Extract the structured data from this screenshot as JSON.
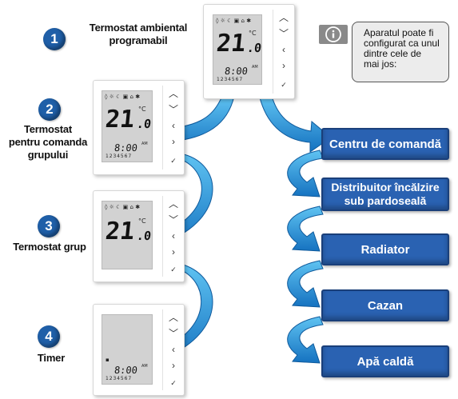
{
  "steps": [
    {
      "number": "1",
      "caption_lines": [
        "Termostat ambiental",
        "programabil"
      ]
    },
    {
      "number": "2",
      "caption_lines": [
        "Termostat",
        "pentru comanda",
        "grupului"
      ]
    },
    {
      "number": "3",
      "caption_lines": [
        "Termostat grup"
      ]
    },
    {
      "number": "4",
      "caption_lines": [
        "Timer"
      ]
    }
  ],
  "info": {
    "icon": "info-icon",
    "lines": [
      "Aparatul poate fi",
      "configurat ca unul",
      "dintre cele de",
      "mai jos:"
    ]
  },
  "targets": [
    "Centru de comandă",
    "Distribuitor încălzire\nsub pardoseală",
    "Radiator",
    "Cazan",
    "Apă caldă"
  ],
  "display": {
    "temp_main": "21",
    "temp_decimal": ".0",
    "unit": "°C",
    "time": "8:00",
    "am": "AM",
    "days": "1 2 3 4 5 6 7"
  },
  "colors": {
    "badge": "#1f5fa8",
    "box": "#2a62b2",
    "arrow": "#1b8fd6"
  }
}
